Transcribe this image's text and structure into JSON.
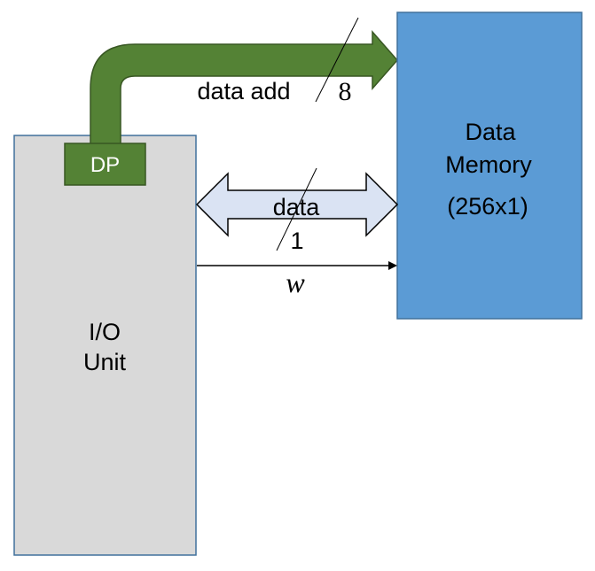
{
  "io_unit": {
    "line1": "I/O",
    "line2": "Unit"
  },
  "dp_block": {
    "label": "DP"
  },
  "data_memory": {
    "line1": "Data",
    "line2": "Memory",
    "line3": "(256x1)"
  },
  "address_bus": {
    "label": "data add",
    "width": "8"
  },
  "data_bus": {
    "label": "data",
    "width": "1"
  },
  "write_line": {
    "label": "w"
  },
  "colors": {
    "io_unit_fill": "#d9d9d9",
    "io_unit_stroke": "#41719c",
    "dp_fill": "#548235",
    "memory_fill": "#5b9bd5",
    "memory_stroke": "#41719c",
    "address_arrow_fill": "#548235",
    "data_arrow_fill": "#dae3f3",
    "data_arrow_stroke": "#000000"
  }
}
